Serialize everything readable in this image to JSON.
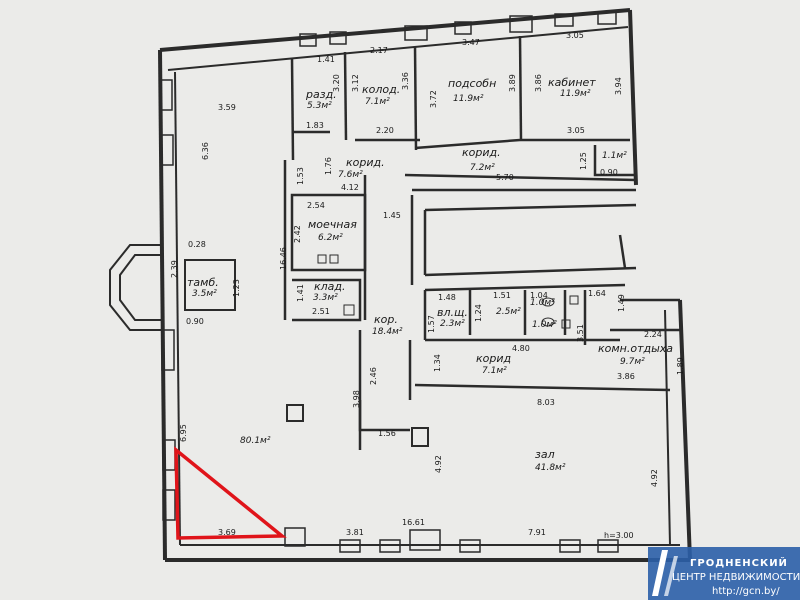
{
  "rooms": {
    "razd": {
      "name": "разд.",
      "area": "5.3м²"
    },
    "kolod": {
      "name": "колод.",
      "area": "7.1м²"
    },
    "podsobn": {
      "name": "подсобн",
      "area": "11.9м²"
    },
    "kabinet": {
      "name": "кабинет",
      "area": "11.9м²"
    },
    "korid_top": {
      "name": "корид.",
      "area": "7.6м²"
    },
    "korid_mid": {
      "name": "корид.",
      "area": "7.2м²"
    },
    "moechnaya": {
      "name": "моечная",
      "area": "6.2м²"
    },
    "tamb": {
      "name": "тамб.",
      "area": "3.5м²"
    },
    "klad": {
      "name": "клад.",
      "area": "3.3м²"
    },
    "kor": {
      "name": "кор.",
      "area": "18.4м²"
    },
    "vl_sh": {
      "name": "вл.щ.",
      "area": "2.3м²"
    },
    "wc1_area": "2.5м²",
    "wc2_area": "1.0м²",
    "wc3_area": "1.0м²",
    "small_area": "1.1м²",
    "korid_low": {
      "name": "корид",
      "area": "7.1м²"
    },
    "komn_otdyha": {
      "name": "комн.отдыха",
      "area": "9.7м²"
    },
    "main_hall": {
      "area": "80.1м²"
    },
    "zal": {
      "name": "зал",
      "area": "41.8м²"
    }
  },
  "dims": {
    "d141": "1.41",
    "d217": "2.17",
    "d347": "3.47",
    "d305top": "3.05",
    "d320": "3.20",
    "d312": "3.12",
    "d336": "3.36",
    "d372": "3.72",
    "d389": "3.89",
    "d386": "3.86",
    "d394": "3.94",
    "d359": "3.59",
    "d636": "6.36",
    "d183": "1.83",
    "d220": "2.20",
    "d305": "3.05",
    "d125": "1.25",
    "d153": "1.53",
    "d176": "1.76",
    "d412": "4.12",
    "d570": "5.70",
    "d090r": "0.90",
    "d254": "2.54",
    "d242": "2.42",
    "d145": "1.45",
    "d1646": "16.46",
    "d028": "0.28",
    "d239": "2.39",
    "d123": "1.23",
    "d090l": "0.90",
    "d141b": "1.41",
    "d251": "2.51",
    "d148": "1.48",
    "d151": "1.51",
    "d104": "1.04",
    "d164": "1.64",
    "d149": "1.49",
    "d124": "1.24",
    "d157": "1.57",
    "d480": "4.80",
    "d351": "3.51",
    "d224": "2.24",
    "d189": "1.89",
    "d134": "1.34",
    "d386b": "3.86",
    "d246": "2.46",
    "d398": "3.98",
    "d803": "8.03",
    "d695": "6.95",
    "d156": "1.56",
    "d492a": "4.92",
    "d492b": "4.92",
    "d369": "3.69",
    "d381": "3.81",
    "d1661": "16.61",
    "d791": "7.91",
    "h": "h=3.00"
  },
  "watermark": {
    "title": "ГРОДНЕНСКИЙ",
    "subtitle": "ЦЕНТР НЕДВИЖИМОСТИ",
    "url": "http://gcn.by/"
  },
  "colors": {
    "wall": "#2b2b2b",
    "highlight": "#e0141a",
    "watermark": "#2b5fa8"
  }
}
